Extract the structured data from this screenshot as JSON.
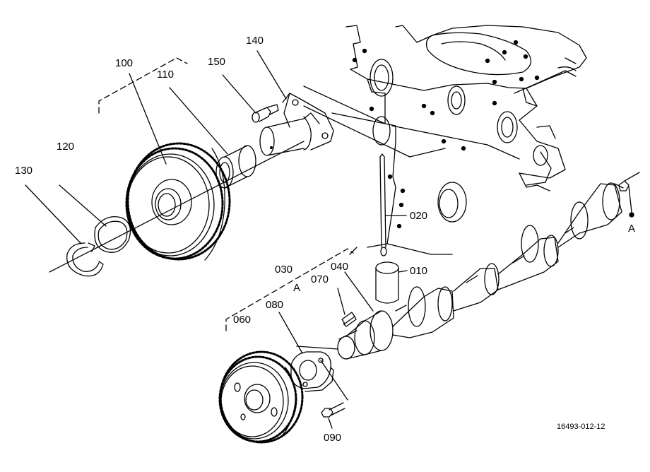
{
  "diagram": {
    "drawing_code": "16493-012-12",
    "ink_color": "#000000",
    "paper_color": "#ffffff",
    "part_labels": {
      "p100": "100",
      "p110": "110",
      "p120": "120",
      "p130": "130",
      "p140": "140",
      "p150": "150",
      "p010": "010",
      "p020": "020",
      "p030": "030",
      "p040": "040",
      "p060": "060",
      "p070": "070",
      "p080": "080",
      "p090": "090"
    },
    "reference_marks": {
      "ref_a_group": "A",
      "ref_a_camshaft": "A"
    }
  }
}
